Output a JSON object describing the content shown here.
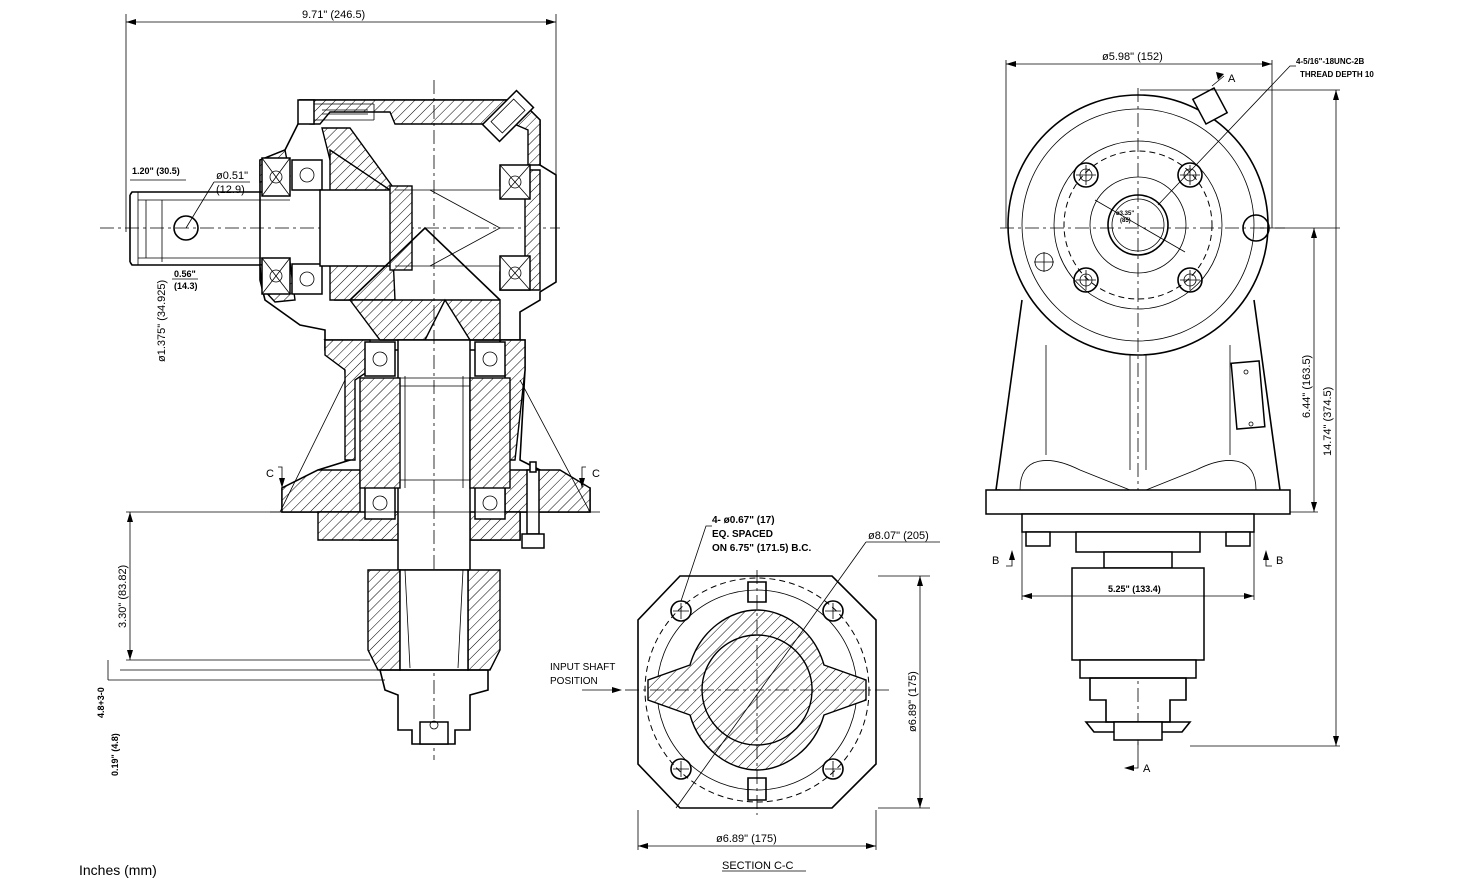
{
  "units_label": "Inches (mm)",
  "front_view": {
    "width_dim": "9.71\" (246.5)",
    "shaft_len": "1.20\" (30.5)",
    "hole_dia_in": "ø0.51\"",
    "hole_dia_mm": "(12.9)",
    "shaft_dia": "ø1.375\" (34.925)",
    "hole_pos_in": "0.56\"",
    "hole_pos_mm": "(14.3)",
    "height_dim": "3.30\" (83.82)",
    "bottom_dim": "0.19\" (4.8)",
    "tol_dim": "4.8+3-0",
    "section_left": "C",
    "section_right": "C"
  },
  "section_view": {
    "holes_line1": "4- ø0.67\" (17)",
    "holes_line2": "EQ. SPACED",
    "holes_line3": "ON 6.75\" (171.5) B.C.",
    "diag_dim": "ø8.07\" (205)",
    "input_line1": "INPUT SHAFT",
    "input_line2": "POSITION",
    "side_dim": "ø6.89\" (175)",
    "bottom_dim": "ø6.89\" (175)",
    "title": "SECTION C-C"
  },
  "side_view": {
    "dia_dim": "ø5.98\" (152)",
    "thread_line1": "4-5/16\"-18UNC-2B",
    "thread_line2": "THREAD DEPTH 10",
    "section_a_top": "A",
    "section_a_bottom": "A",
    "section_b_left": "B",
    "section_b_right": "B",
    "center_dim1": "ø3.35\"",
    "center_dim2": "(85)",
    "height1": "6.44\" (163.5)",
    "height2": "14.74\" (374.5)",
    "base_dim": "5.25\" (133.4)"
  }
}
